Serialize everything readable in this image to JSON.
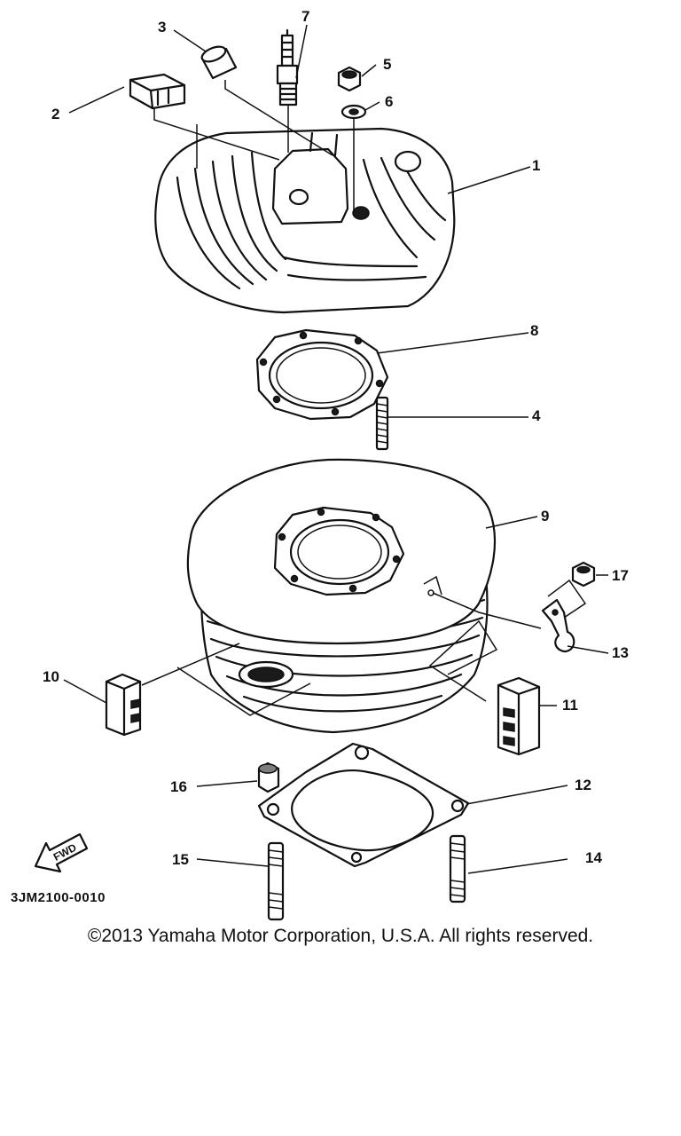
{
  "callouts": {
    "c1": "1",
    "c2": "2",
    "c3": "3",
    "c4": "4",
    "c5": "5",
    "c6": "6",
    "c7": "7",
    "c8": "8",
    "c9": "9",
    "c10": "10",
    "c11": "11",
    "c12": "12",
    "c13": "13",
    "c14": "14",
    "c15": "15",
    "c16": "16",
    "c17": "17"
  },
  "diagram_code": "3JM2100-0010",
  "fwd_label": "FWD",
  "copyright": "©2013 Yamaha Motor Corporation, U.S.A. All rights reserved."
}
